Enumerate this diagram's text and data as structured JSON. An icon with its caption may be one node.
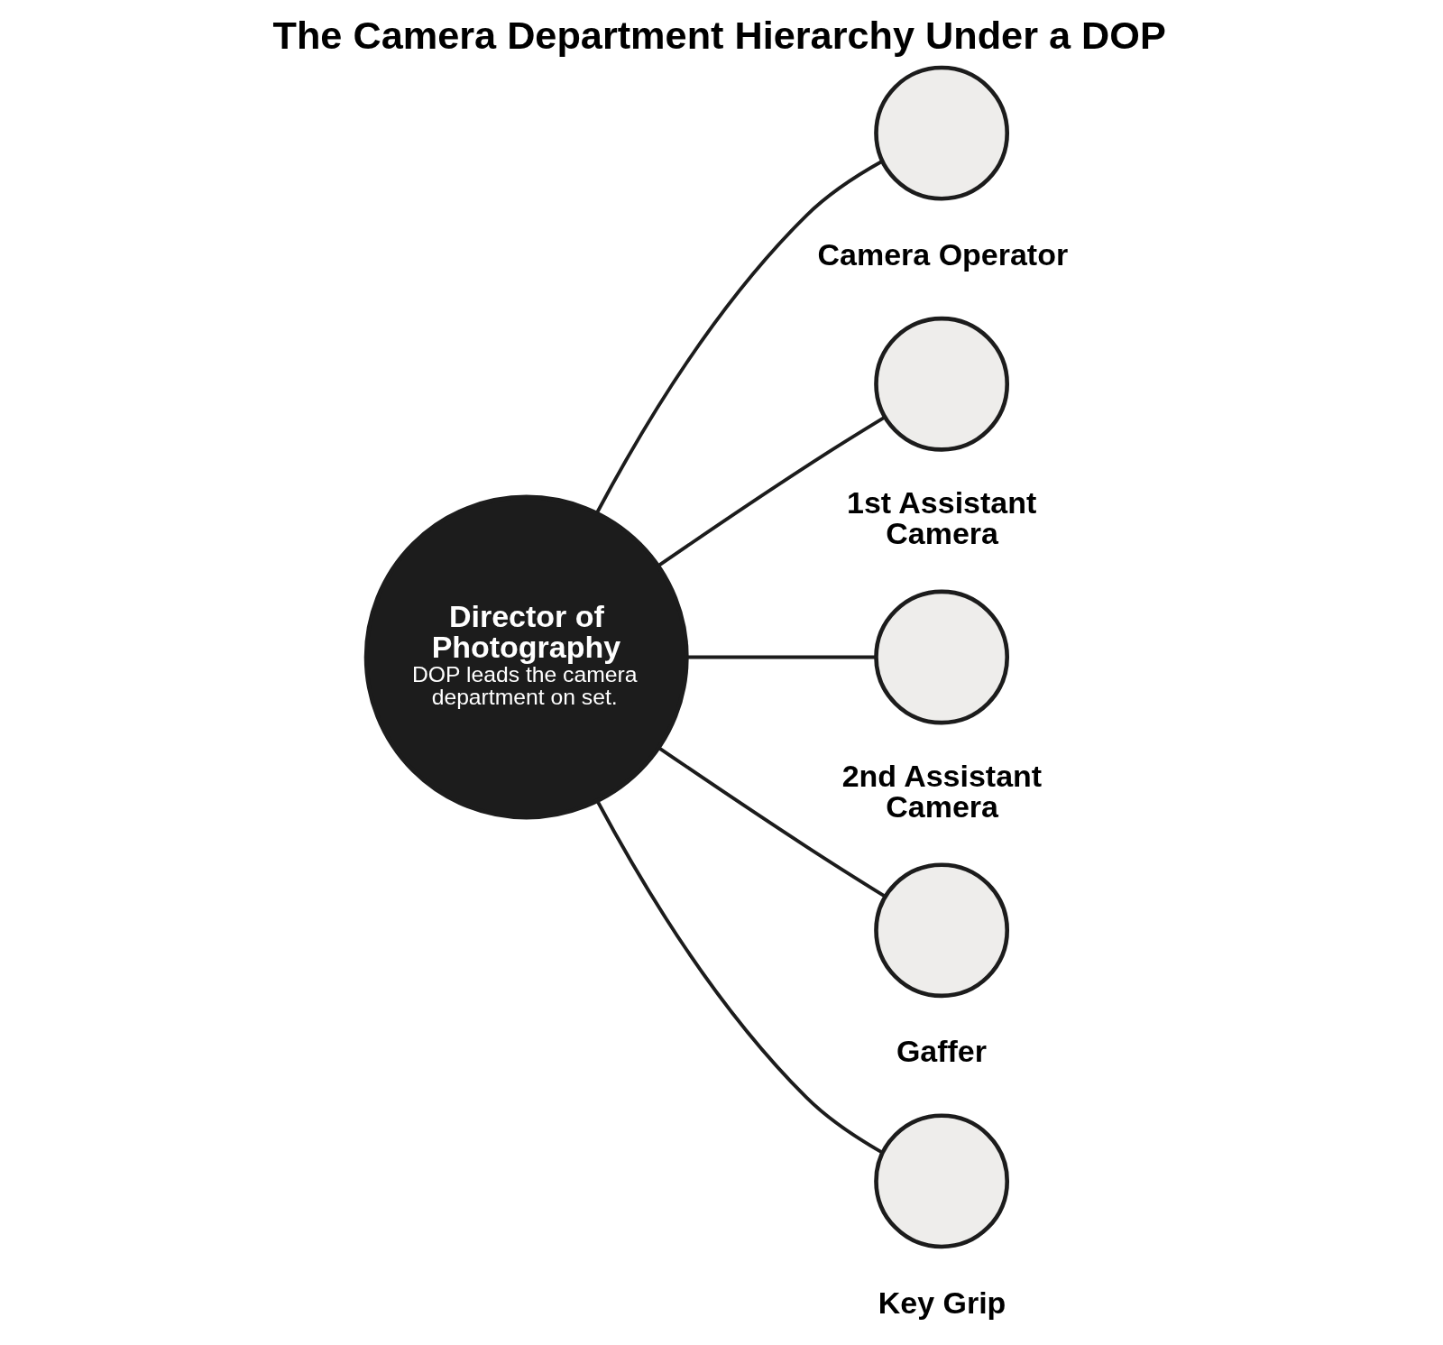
{
  "diagram": {
    "title": "The Camera Department Hierarchy Under a DOP",
    "nodes": [
      {
        "text": [
          "Director of Photography",
          "DOP leads the camera department on set."
        ]
      },
      {
        "text": [],
        "shape": "circle",
        "beside": [
          "Camera Operator"
        ]
      },
      {
        "text": [],
        "shape": "circle",
        "beside": [
          "1st Assistant Camera"
        ]
      },
      {
        "text": [],
        "shape": "circle",
        "beside": [
          "2nd Assistant Camera"
        ]
      },
      {
        "text": [],
        "shape": "circle",
        "beside": [
          "Gaffer"
        ]
      },
      {
        "text": [],
        "shape": "circle",
        "beside": [
          "Key Grip"
        ]
      }
    ],
    "edges": [
      {
        "from": 0,
        "to": 1,
        "arrow": "none"
      },
      {
        "from": 0,
        "to": 2,
        "arrow": "none"
      },
      {
        "from": 0,
        "to": 3,
        "arrow": "none"
      },
      {
        "from": 0,
        "to": 4,
        "arrow": "none"
      },
      {
        "from": 0,
        "to": 5,
        "arrow": "none"
      }
    ]
  }
}
